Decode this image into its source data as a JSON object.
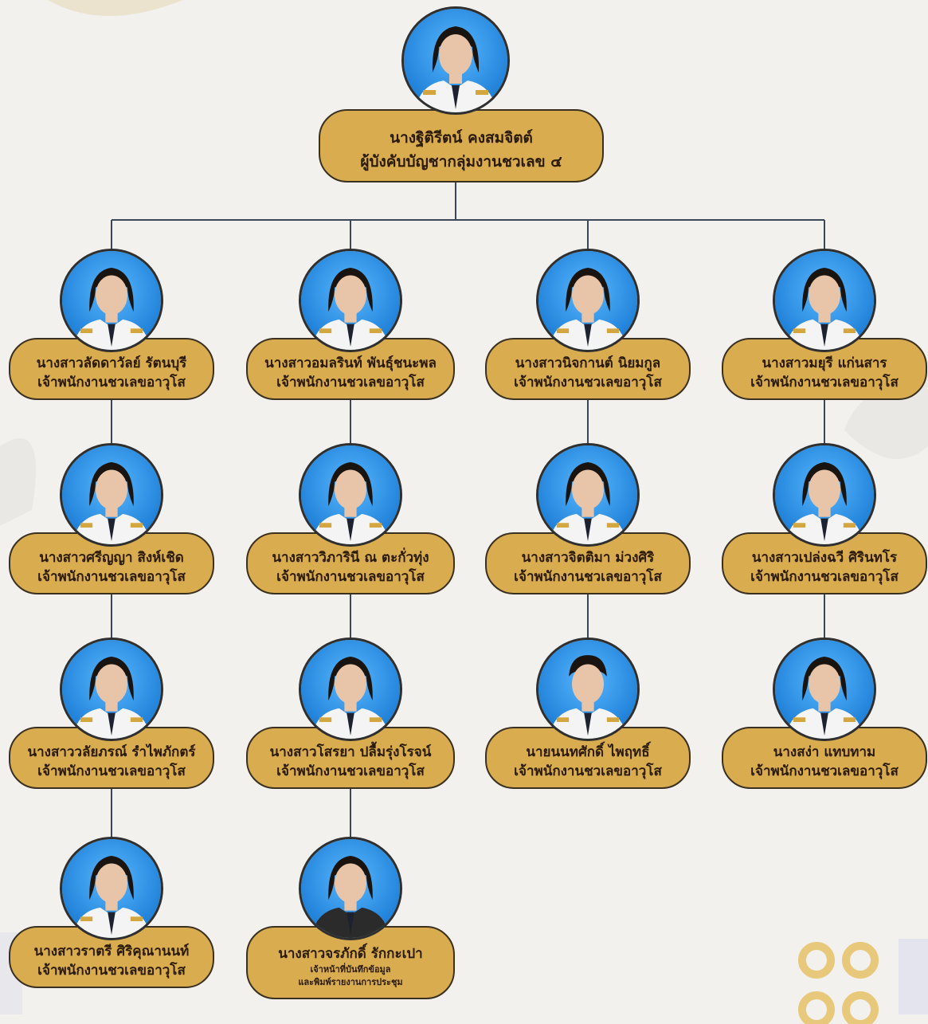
{
  "chart_data": {
    "type": "org-chart",
    "head": {
      "name": "นางฐิติรีตน์  คงสมจิตต์",
      "position": "ผู้บังคับบัญชากลุ่มงานชวเลข ๔"
    },
    "columns": [
      [
        {
          "name": "นางสาวลัดดาวัลย์  รัตนบุรี",
          "position": "เจ้าพนักงานชวเลขอาวุโส"
        },
        {
          "name": "นางสาวศรีญญา  สิงห์เชิด",
          "position": "เจ้าพนักงานชวเลขอาวุโส"
        },
        {
          "name": "นางสาววลัยภรณ์  รำไพภักตร์",
          "position": "เจ้าพนักงานชวเลขอาวุโส"
        },
        {
          "name": "นางสาวราตรี  ศิริคุณานนท์",
          "position": "เจ้าพนักงานชวเลขอาวุโส"
        }
      ],
      [
        {
          "name": "นางสาวอมลรินท์  พันธุ์ชนะพล",
          "position": "เจ้าพนักงานชวเลขอาวุโส"
        },
        {
          "name": "นางสาววิภารินี  ณ ตะกั่วทุ่ง",
          "position": "เจ้าพนักงานชวเลขอาวุโส"
        },
        {
          "name": "นางสาวโสรยา  ปลื้มรุ่งโรจน์",
          "position": "เจ้าพนักงานชวเลขอาวุโส"
        },
        {
          "name": "นางสาวจรภักดิ์  รักกะเปา",
          "position": "เจ้าหน้าที่บันทึกข้อมูล",
          "position2": "และพิมพ์รายงานการประชุม"
        }
      ],
      [
        {
          "name": "นางสาวนิจกานต์  นิยมกูล",
          "position": "เจ้าพนักงานชวเลขอาวุโส"
        },
        {
          "name": "นางสาวจิตติมา  ม่วงศิริ",
          "position": "เจ้าพนักงานชวเลขอาวุโส"
        },
        {
          "name": "นายนนทศักดิ์  ไพฤทธิ์",
          "position": "เจ้าพนักงานชวเลขอาวุโส"
        }
      ],
      [
        {
          "name": "นางสาวมยุรี  แก่นสาร",
          "position": "เจ้าพนักงานชวเลขอาวุโส"
        },
        {
          "name": "นางสาวเปล่งฉวี  ศิรินทโร",
          "position": "เจ้าพนักงานชวเลขอาวุโส"
        },
        {
          "name": "นางสง่า  แทบทาม",
          "position": "เจ้าพนักงานชวเลขอาวุโส"
        }
      ]
    ]
  },
  "colors": {
    "background": "#f3f1ee",
    "box_fill": "#d9ac4f",
    "photo_bg_blue": "#1f8fe0",
    "connector": "#3b4656"
  }
}
